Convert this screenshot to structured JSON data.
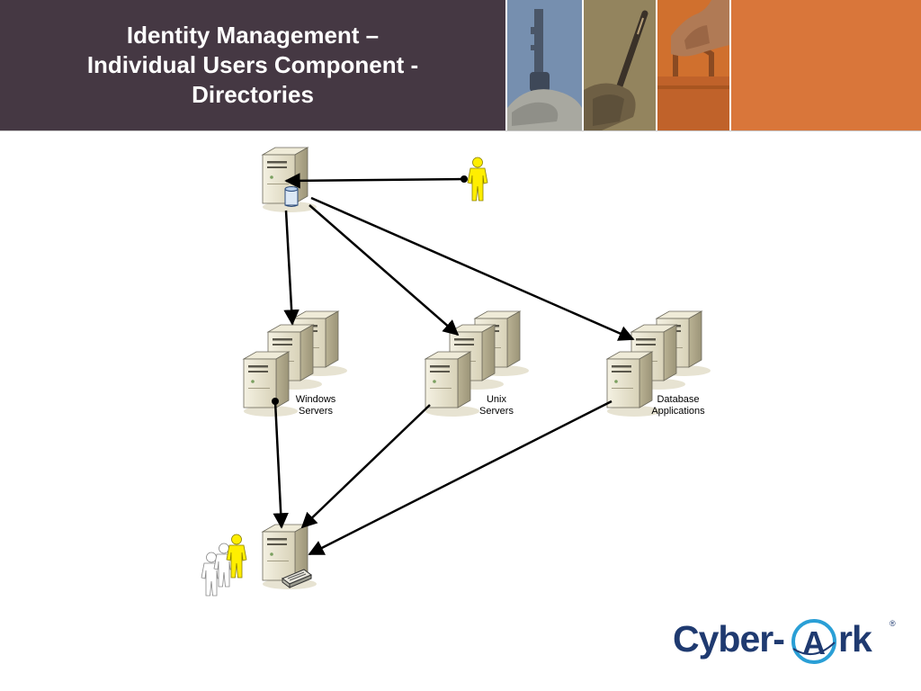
{
  "slide": {
    "title_lines": [
      "Identity Management –",
      "Individual Users Component -",
      "Directories"
    ]
  },
  "diagram": {
    "nodes": [
      {
        "id": "directory",
        "kind": "server-with-database"
      },
      {
        "id": "windows",
        "kind": "server-group",
        "label_lines": [
          "Windows",
          "Servers"
        ]
      },
      {
        "id": "unix",
        "kind": "server-group",
        "label_lines": [
          "Unix",
          "Servers"
        ]
      },
      {
        "id": "database",
        "kind": "server-group",
        "label_lines": [
          "Database",
          "Applications"
        ]
      },
      {
        "id": "audit",
        "kind": "server-with-printer"
      }
    ],
    "actors": [
      {
        "id": "admin-user",
        "kind": "user-icon",
        "color": "#ffee00"
      },
      {
        "id": "end-users",
        "kind": "user-group-icon",
        "color": "#ffee00"
      }
    ],
    "edges": [
      {
        "from": "admin-user",
        "to": "directory"
      },
      {
        "from": "directory",
        "to": "windows"
      },
      {
        "from": "directory",
        "to": "unix"
      },
      {
        "from": "directory",
        "to": "database"
      },
      {
        "from": "windows",
        "to": "audit"
      },
      {
        "from": "unix",
        "to": "audit"
      },
      {
        "from": "database",
        "to": "audit"
      }
    ]
  },
  "logo": {
    "part1": "Cyber-",
    "letter": "A",
    "part2": "rk",
    "registered": "®"
  },
  "colors": {
    "title_bg": "#453843",
    "logo_blue": "#1f3a70",
    "logo_ring": "#2a9fd6",
    "user_yellow": "#ffee00",
    "accent_orange": "#d9763a"
  }
}
